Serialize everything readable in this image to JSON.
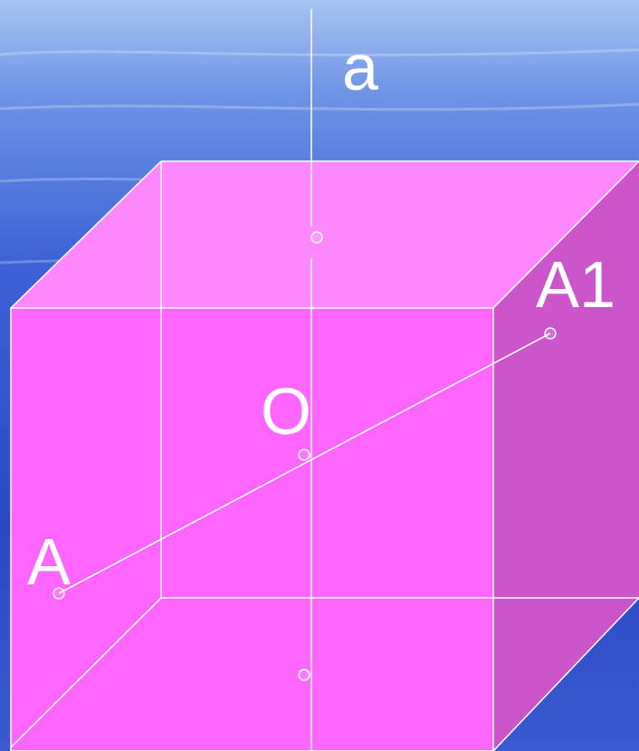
{
  "diagram": {
    "labels": [
      "a",
      "O",
      "A",
      "A1"
    ]
  }
}
